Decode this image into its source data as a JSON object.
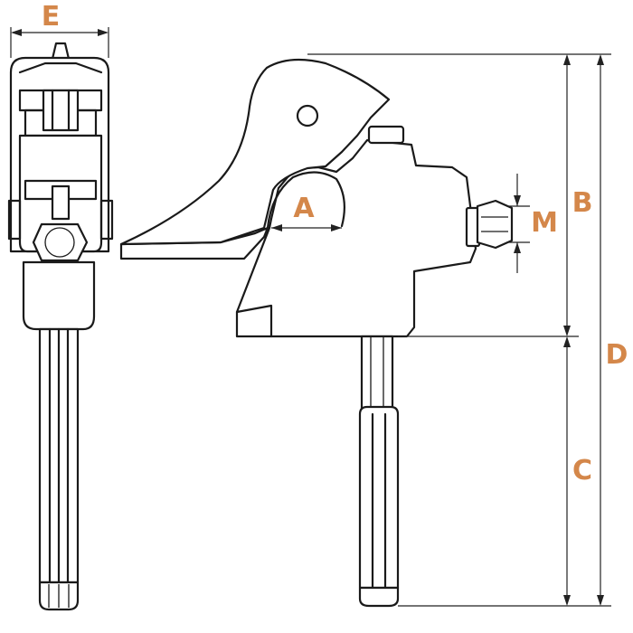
{
  "accent_color": "#d4874a",
  "line_color": "#1a1a1a",
  "labels": {
    "A": "A",
    "B": "B",
    "C": "C",
    "D": "D",
    "E": "E",
    "M": "M"
  }
}
